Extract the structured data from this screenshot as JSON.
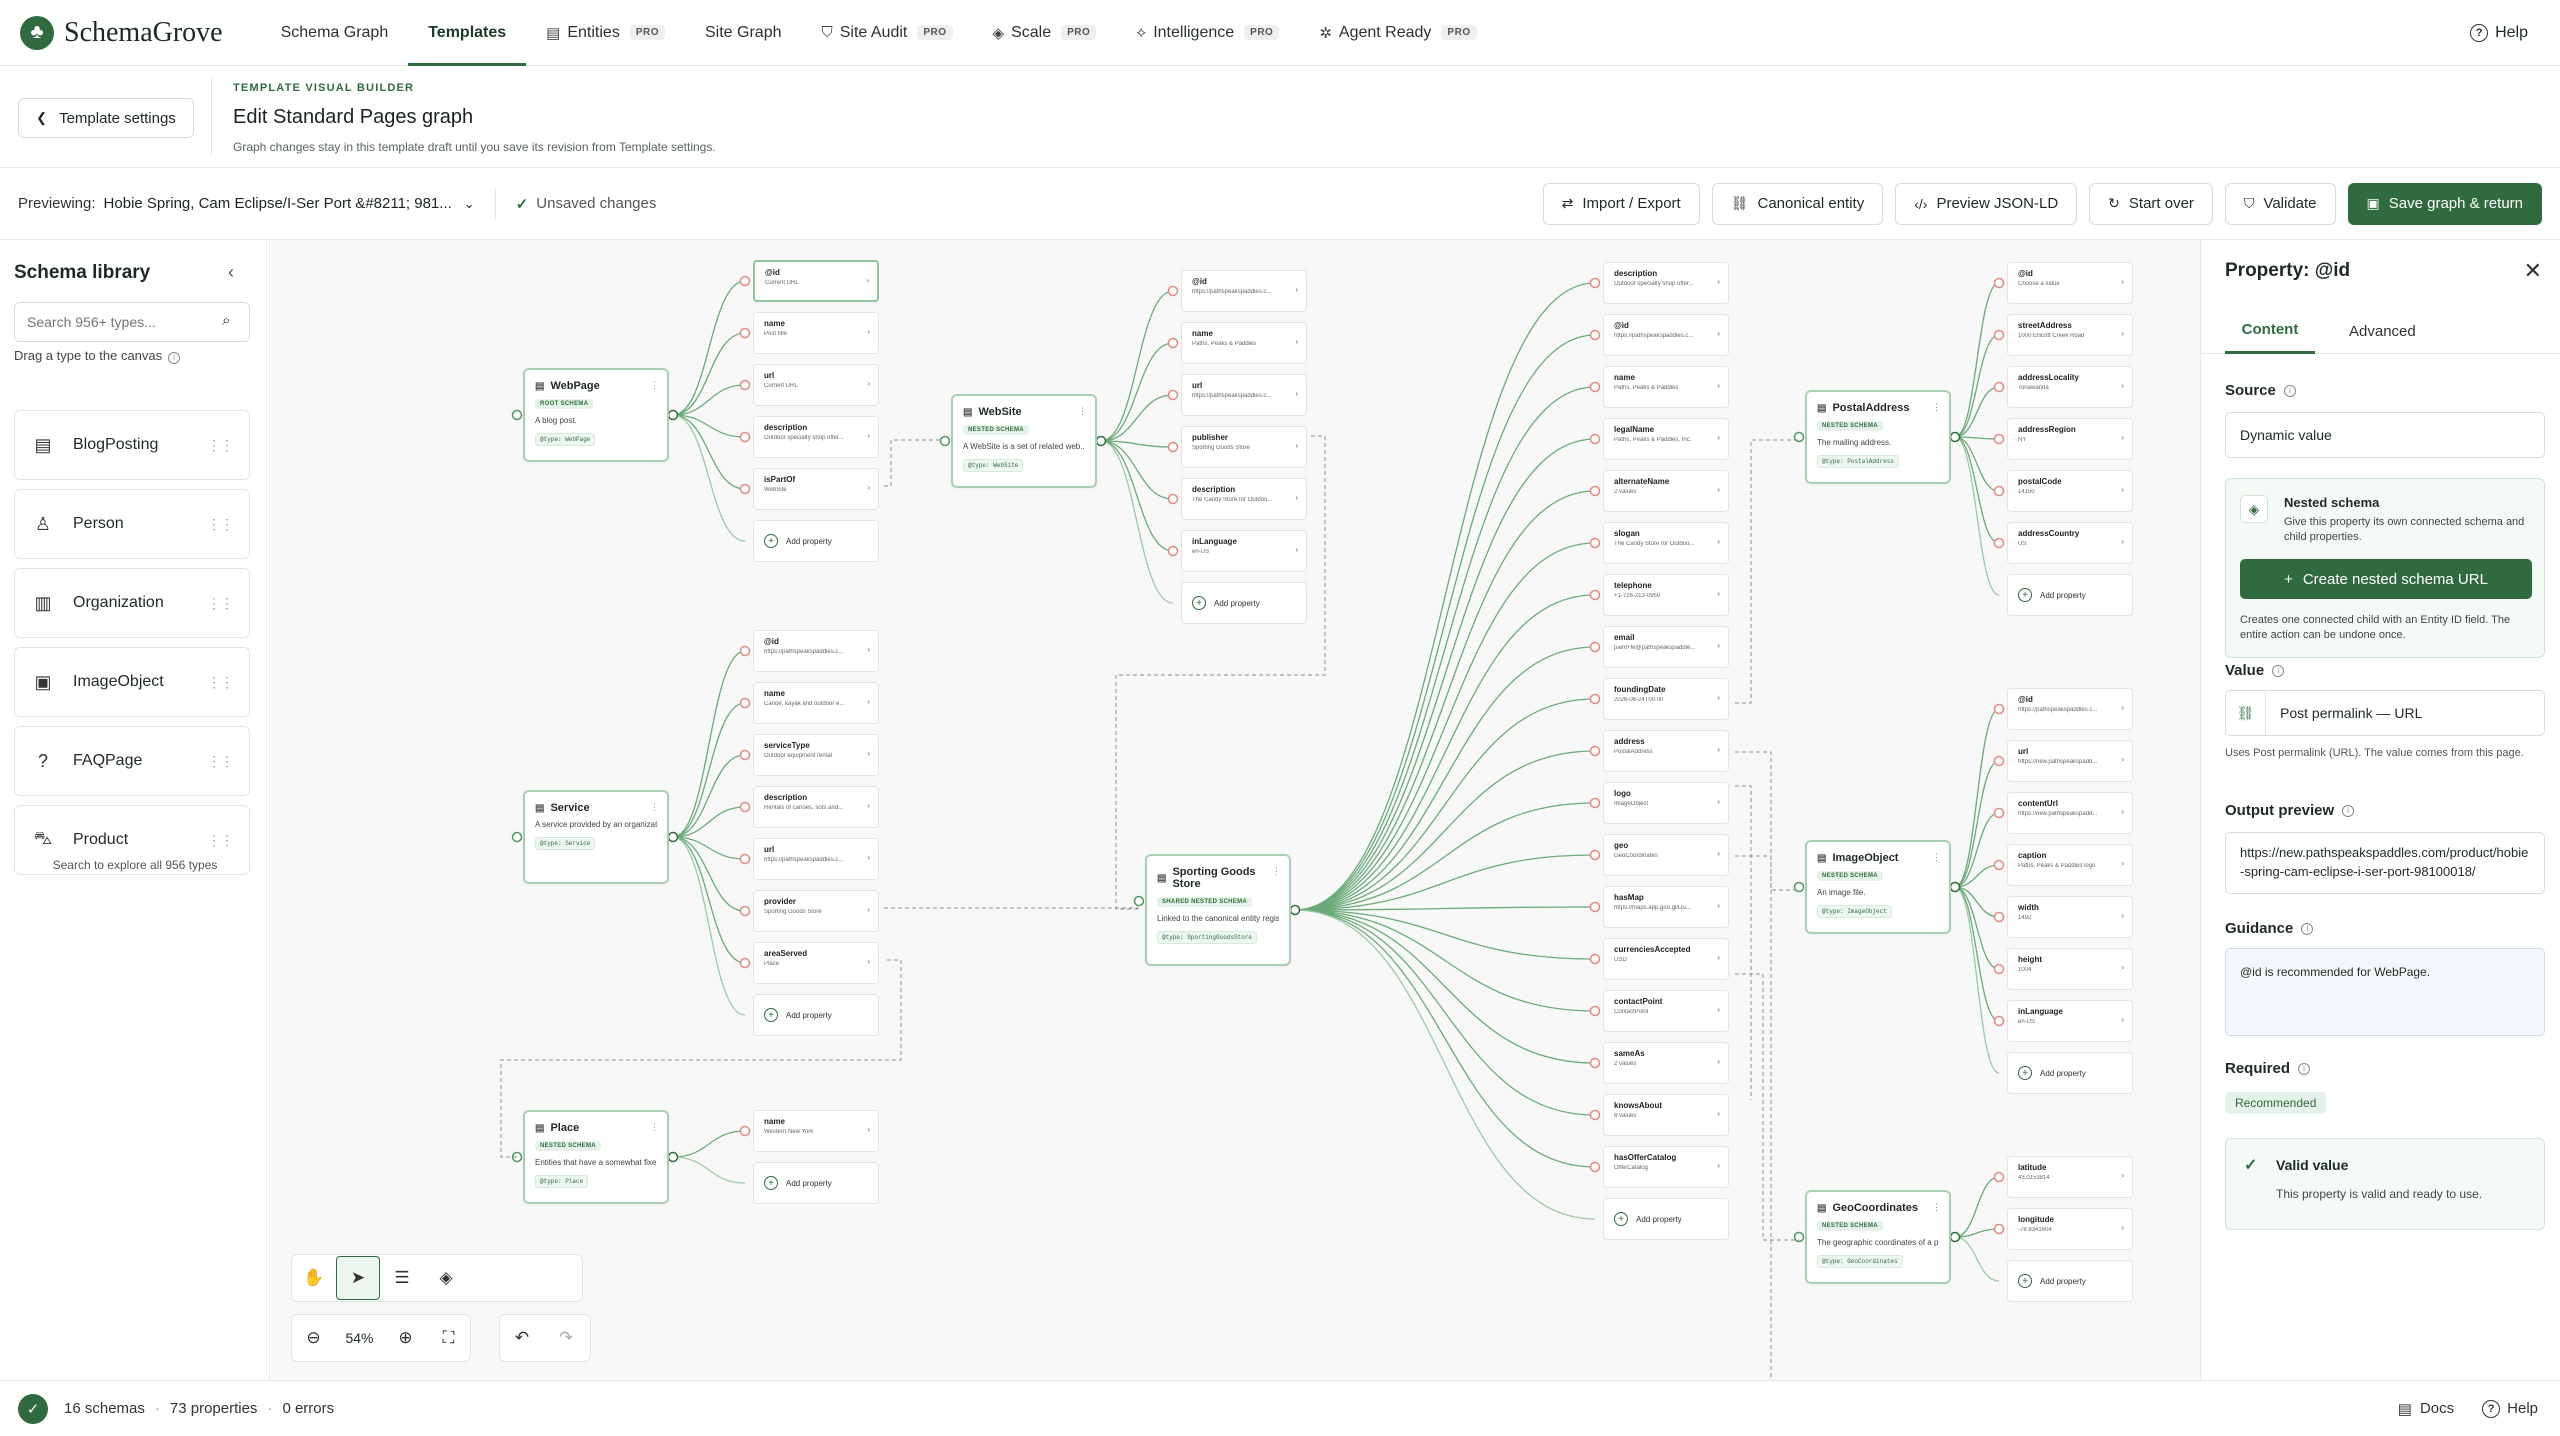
{
  "app": {
    "brand": "SchemaGrove"
  },
  "nav": {
    "items": [
      {
        "label": "Schema Graph",
        "pro": "",
        "icon": ""
      },
      {
        "label": "Templates",
        "pro": "",
        "icon": "",
        "active": true
      },
      {
        "label": "Entities",
        "pro": "PRO",
        "icon": "▤"
      },
      {
        "label": "Site Graph",
        "pro": "",
        "icon": ""
      },
      {
        "label": "Site Audit",
        "pro": "PRO",
        "icon": "⛉"
      },
      {
        "label": "Scale",
        "pro": "PRO",
        "icon": "◈"
      },
      {
        "label": "Intelligence",
        "pro": "PRO",
        "icon": "⟡"
      },
      {
        "label": "Agent Ready",
        "pro": "PRO",
        "icon": "✲"
      }
    ],
    "help": "Help"
  },
  "header": {
    "back": "Template settings",
    "eyebrow": "TEMPLATE VISUAL BUILDER",
    "title": "Edit Standard Pages graph",
    "subtitle": "Graph changes stay in this template draft until you save its revision from Template settings."
  },
  "toolbar": {
    "previewing_label": "Previewing:",
    "previewing_value": "Hobie Spring, Cam Eclipse/I-Ser Port &#8211; 981...",
    "unsaved": "Unsaved changes",
    "import_export": "Import / Export",
    "canonical": "Canonical entity",
    "preview_jsonld": "Preview JSON-LD",
    "start_over": "Start over",
    "validate": "Validate",
    "save": "Save graph & return"
  },
  "library": {
    "title": "Schema library",
    "search_placeholder": "Search 956+ types...",
    "hint": "Drag a type to the canvas",
    "footer": "Search to explore all 956 types",
    "items": [
      {
        "label": "BlogPosting",
        "icon": "▤"
      },
      {
        "label": "Person",
        "icon": "♙"
      },
      {
        "label": "Organization",
        "icon": "▥"
      },
      {
        "label": "ImageObject",
        "icon": "▣"
      },
      {
        "label": "FAQPage",
        "icon": "?"
      },
      {
        "label": "Product",
        "icon": "⛍"
      }
    ]
  },
  "graph": {
    "nodes": [
      {
        "id": "webpage",
        "title": "WebPage",
        "badge": "ROOT SCHEMA",
        "desc": "A blog post.",
        "code": "@type: WebPage"
      },
      {
        "id": "website",
        "title": "WebSite",
        "badge": "NESTED SCHEMA",
        "desc": "A WebSite is a set of related web...",
        "code": "@type: WebSite"
      },
      {
        "id": "service",
        "title": "Service",
        "badge": "",
        "desc": "A service provided by an organizat...",
        "code": "@type: Service"
      },
      {
        "id": "store",
        "title": "Sporting Goods Store",
        "badge": "SHARED NESTED SCHEMA",
        "desc": "Linked to the canonical entity regis...",
        "code": "@type: SportingGoodsStore"
      },
      {
        "id": "place",
        "title": "Place",
        "badge": "NESTED SCHEMA",
        "desc": "Entities that have a somewhat fixe...",
        "code": "@type: Place"
      },
      {
        "id": "postal",
        "title": "PostalAddress",
        "badge": "NESTED SCHEMA",
        "desc": "The mailing address.",
        "code": "@type: PostalAddress"
      },
      {
        "id": "image",
        "title": "ImageObject",
        "badge": "NESTED SCHEMA",
        "desc": "An image file.",
        "code": "@type: ImageObject"
      },
      {
        "id": "geo",
        "title": "GeoCoordinates",
        "badge": "NESTED SCHEMA",
        "desc": "The geographic coordinates of a p...",
        "code": "@type: GeoCoordinates"
      }
    ],
    "add_property": "Add property",
    "props": {
      "webpage": [
        [
          "@id",
          "Current URL"
        ],
        [
          "name",
          "Post title"
        ],
        [
          "url",
          "Current URL"
        ],
        [
          "description",
          "Outdoor specialty shop offer..."
        ],
        [
          "isPartOf",
          "WebSite"
        ]
      ],
      "website": [
        [
          "@id",
          "https://pathspeakspaddles.c..."
        ],
        [
          "name",
          "Paths, Peaks & Paddles"
        ],
        [
          "url",
          "https://pathspeakspaddles.c..."
        ],
        [
          "publisher",
          "Sporting Goods Store"
        ],
        [
          "description",
          "The Candy Store for Outdoo..."
        ],
        [
          "inLanguage",
          "en-US"
        ]
      ],
      "service": [
        [
          "@id",
          "https://pathspeakspaddles.c..."
        ],
        [
          "name",
          "Canoe, kayak and outdoor e..."
        ],
        [
          "serviceType",
          "Outdoor equipment rental"
        ],
        [
          "description",
          "Rentals of canoes, sots and..."
        ],
        [
          "url",
          "https://pathspeakspaddles.c..."
        ],
        [
          "provider",
          "Sporting Goods Store"
        ],
        [
          "areaServed",
          "Place"
        ]
      ],
      "place": [
        [
          "name",
          "Western New York"
        ]
      ],
      "store": [
        [
          "description",
          "Outdoor specialty shop offer..."
        ],
        [
          "@id",
          "https://pathspeakspaddles.c..."
        ],
        [
          "name",
          "Paths, Peaks & Paddles"
        ],
        [
          "legalName",
          "Paths, Peaks & Paddles, Inc."
        ],
        [
          "alternateName",
          "2 values"
        ],
        [
          "slogan",
          "The Candy Store for Outdoo..."
        ],
        [
          "telephone",
          "+1-716-213-0950"
        ],
        [
          "email",
          "paint+fe@pathspeakspaddle..."
        ],
        [
          "foundingDate",
          "2026-06-24T00:00"
        ],
        [
          "address",
          "PostalAddress"
        ],
        [
          "logo",
          "ImageObject"
        ],
        [
          "geo",
          "GeoCoordinates"
        ],
        [
          "hasMap",
          "https://maps.app.goo.gl/Du..."
        ],
        [
          "currenciesAccepted",
          "USD"
        ],
        [
          "contactPoint",
          "ContactPoint"
        ],
        [
          "sameAs",
          "2 values"
        ],
        [
          "knowsAbout",
          "6 values"
        ],
        [
          "hasOfferCatalog",
          "OfferCatalog"
        ]
      ],
      "postal": [
        [
          "@id",
          "Choose a value"
        ],
        [
          "streetAddress",
          "1000 Ellicott Creek Road"
        ],
        [
          "addressLocality",
          "Tonawanda"
        ],
        [
          "addressRegion",
          "NY"
        ],
        [
          "postalCode",
          "14150"
        ],
        [
          "addressCountry",
          "US"
        ]
      ],
      "image": [
        [
          "@id",
          "https://pathspeakspaddles.c..."
        ],
        [
          "url",
          "https://new.pathspeakspadd..."
        ],
        [
          "contentUrl",
          "https://new.pathspeakspadd..."
        ],
        [
          "caption",
          "Paths, Peaks & Paddles logo"
        ],
        [
          "width",
          "1492"
        ],
        [
          "height",
          "1004"
        ],
        [
          "inLanguage",
          "en-US"
        ]
      ],
      "geo": [
        [
          "latitude",
          "43.0153814"
        ],
        [
          "longitude",
          "-78.8341604"
        ]
      ]
    }
  },
  "controls": {
    "zoom": "54%"
  },
  "panel": {
    "title": "Property: @id",
    "tab_content": "Content",
    "tab_advanced": "Advanced",
    "source_label": "Source",
    "source_value": "Dynamic value",
    "nested_title": "Nested schema",
    "nested_desc": "Give this property its own connected schema and child properties.",
    "nested_btn": "Create nested schema URL",
    "nested_note": "Creates one connected child with an Entity ID field. The entire action can be undone once.",
    "value_label": "Value",
    "value_value": "Post permalink — URL",
    "value_help": "Uses Post permalink (URL). The value comes from this page.",
    "output_label": "Output preview",
    "output_value": "https://new.pathspeakspaddles.com/product/hobie-spring-cam-eclipse-i-ser-port-98100018/",
    "guidance_label": "Guidance",
    "guidance_value": "@id is recommended for WebPage.",
    "required_label": "Required",
    "required_value": "Recommended",
    "valid_title": "Valid value",
    "valid_desc": "This property is valid and ready to use."
  },
  "status": {
    "schemas": "16 schemas",
    "properties": "73 properties",
    "errors": "0 errors",
    "docs": "Docs",
    "help": "Help"
  }
}
